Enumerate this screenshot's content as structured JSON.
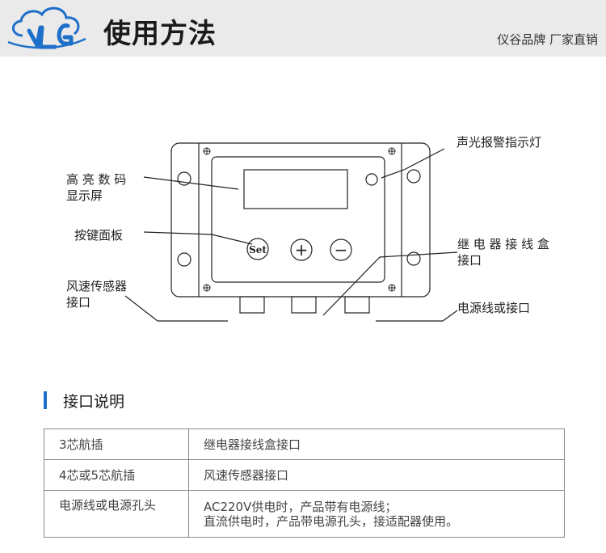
{
  "header": {
    "title": "使用方法",
    "slogan": "仪谷品牌 厂家直销",
    "brand_color": "#1e6fc9"
  },
  "diagram": {
    "labels": {
      "display_line1": "高 亮 数 码",
      "display_line2": "显示屏",
      "alarm_light": "声光报警指示灯",
      "keypad": "按键面板",
      "relay_line1": "继 电 器 接 线 盒",
      "relay_line2": "接口",
      "sensor_line1": "风速传感器",
      "sensor_line2": "接口",
      "power": "电源线或接口"
    },
    "buttons": {
      "set": "Set",
      "plus": "+",
      "minus": "−"
    }
  },
  "section": {
    "title": "接口说明"
  },
  "table": {
    "rows": [
      {
        "port": "3芯航插",
        "desc_line1": "继电器接线盒接口",
        "desc_line2": ""
      },
      {
        "port": "4芯或5芯航插",
        "desc_line1": "风速传感器接口",
        "desc_line2": ""
      },
      {
        "port": "电源线或电源孔头",
        "desc_line1": "AC220V供电时，产品带有电源线；",
        "desc_line2": "直流供电时，产品带电源孔头，接适配器使用。"
      }
    ]
  }
}
